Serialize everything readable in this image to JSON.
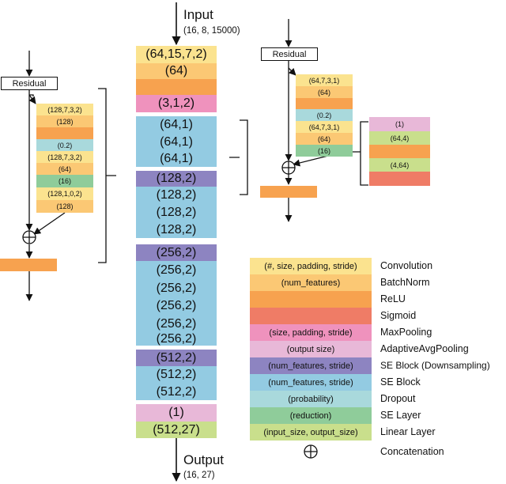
{
  "colors": {
    "convolution": "#fbe38f",
    "batchnorm": "#fbc874",
    "relu": "#f7a24f",
    "sigmoid": "#ef7c66",
    "maxpooling": "#ef92bd",
    "adaptiveavgpooling": "#e8b8d8",
    "se_block_down": "#8d84c1",
    "se_block": "#93cbe2",
    "dropout": "#a9d9dc",
    "se_layer": "#8fcc9a",
    "linear_layer": "#c9df8c"
  },
  "main": {
    "input_label": "Input",
    "input_shape": "(16, 8, 15000)",
    "output_label": "Output",
    "output_shape": "(16, 27)",
    "conv": "(64,15,7,2)",
    "bn": "(64)",
    "pool": "(3,1,2)",
    "stage1": [
      "(64,1)",
      "(64,1)",
      "(64,1)"
    ],
    "stage2_down": "(128,2)",
    "stage2": [
      "(128,2)",
      "(128,2)",
      "(128,2)"
    ],
    "stage3_down": "(256,2)",
    "stage3": [
      "(256,2)",
      "(256,2)",
      "(256,2)",
      "(256,2)",
      "(256,2)"
    ],
    "stage4_down": "(512,2)",
    "stage4": [
      "(512,2)",
      "(512,2)"
    ],
    "avgpool": "(1)",
    "linear": "(512,27)"
  },
  "down_block": {
    "residual_label": "Residual",
    "items": [
      "(128,7,3,2)",
      "(128)",
      "(0.2)",
      "(128,7,3,2)",
      "(64)",
      "(16)",
      "(128,1,0,2)",
      "(128)"
    ]
  },
  "se_block": {
    "residual_label": "Residual",
    "items": [
      "(64,7,3,1)",
      "(64)",
      "(0.2)",
      "(64,7,3,1)",
      "(64)",
      "(16)"
    ]
  },
  "se_layer": {
    "items": [
      "(1)",
      "(64,4)",
      "(4,64)"
    ]
  },
  "legend": {
    "items": [
      {
        "param": "(#, size, padding, stride)",
        "name": "Convolution"
      },
      {
        "param": "(num_features)",
        "name": "BatchNorm"
      },
      {
        "param": "",
        "name": "ReLU"
      },
      {
        "param": "",
        "name": "Sigmoid"
      },
      {
        "param": "(size, padding, stride)",
        "name": "MaxPooling"
      },
      {
        "param": "(output size)",
        "name": "AdaptiveAvgPooling"
      },
      {
        "param": "(num_features, stride)",
        "name": "SE Block (Downsampling)"
      },
      {
        "param": "(num_features, stride)",
        "name": "SE Block"
      },
      {
        "param": "(probability)",
        "name": "Dropout"
      },
      {
        "param": "(reduction)",
        "name": "SE Layer"
      },
      {
        "param": "(input_size, output_size)",
        "name": "Linear Layer"
      },
      {
        "param": "",
        "name": "Concatenation"
      }
    ]
  }
}
